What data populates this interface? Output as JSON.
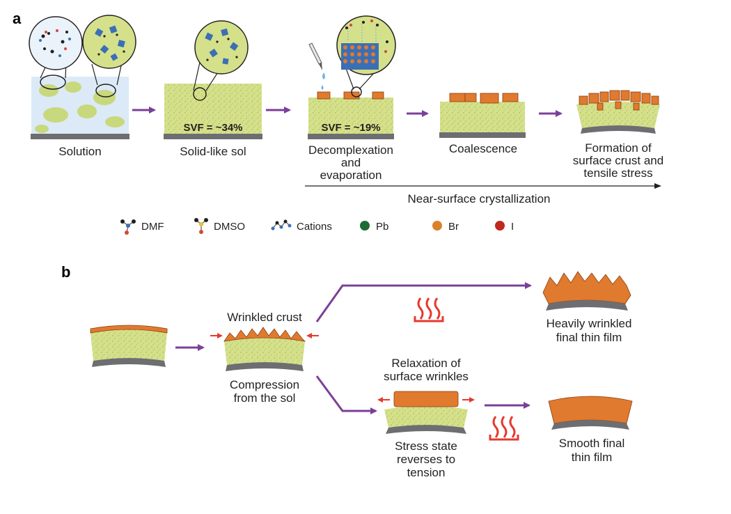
{
  "panels": {
    "a": "a",
    "b": "b"
  },
  "stages_a": {
    "solution": "Solution",
    "solid_sol": "Solid-like sol",
    "svf_1": "SVF = ~34%",
    "decomp_1": "Decomplexation",
    "decomp_2": "and",
    "decomp_3": "evaporation",
    "svf_2": "SVF = ~19%",
    "coalescence": "Coalescence",
    "formation_1": "Formation of",
    "formation_2": "surface crust and",
    "formation_3": "tensile stress",
    "near_surface": "Near-surface crystallization"
  },
  "legend": [
    {
      "label": "DMF",
      "icon": "dmf-molecule-icon"
    },
    {
      "label": "DMSO",
      "icon": "dmso-molecule-icon"
    },
    {
      "label": "Cations",
      "icon": "cation-chain-icon"
    },
    {
      "label": "Pb",
      "icon": "pb-sphere-icon",
      "color": "#1f6b35"
    },
    {
      "label": "Br",
      "icon": "br-sphere-icon",
      "color": "#d9822b"
    },
    {
      "label": "I",
      "icon": "i-sphere-icon",
      "color": "#c0281f"
    }
  ],
  "stages_b": {
    "wrinkled_crust": "Wrinkled crust",
    "compression_1": "Compression",
    "compression_2": "from the sol",
    "heavily_1": "Heavily wrinkled",
    "heavily_2": "final thin film",
    "relax_1": "Relaxation of",
    "relax_2": "surface wrinkles",
    "stress_1": "Stress state",
    "stress_2": "reverses to",
    "stress_3": "tension",
    "smooth_1": "Smooth final",
    "smooth_2": "thin film"
  },
  "colors": {
    "sol_green": "#d5e08a",
    "crust_orange": "#e07a2e",
    "substrate_gray": "#6d6e71",
    "arrow_purple": "#7b3f99",
    "heat_red": "#e53a2f",
    "solution_blue": "#dbeaf6"
  }
}
